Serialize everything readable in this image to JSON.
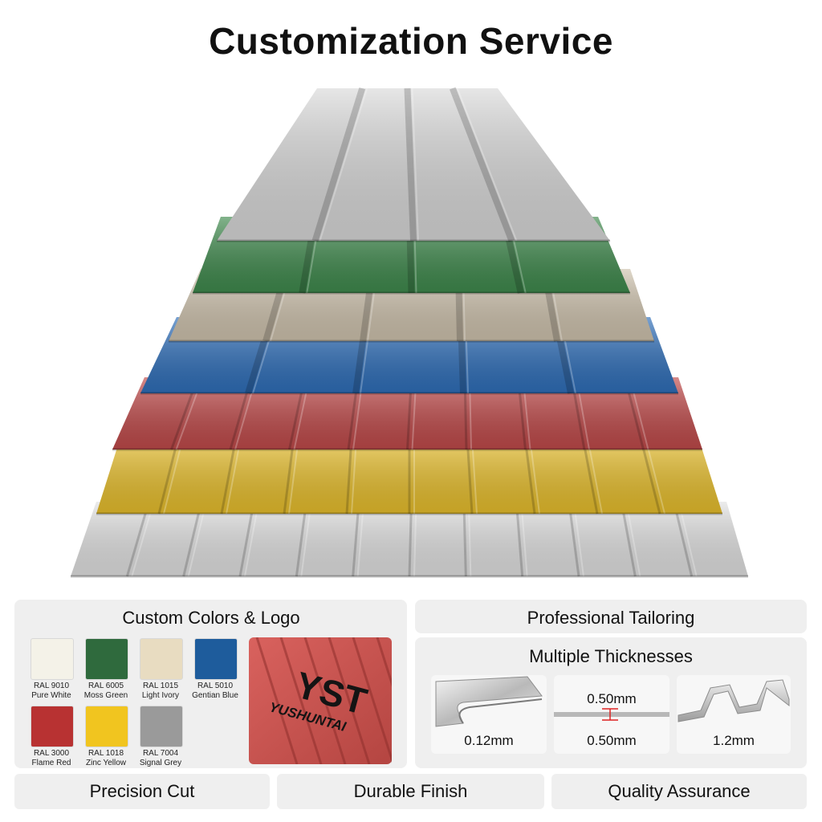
{
  "title": "Customization Service",
  "colors_panel": {
    "title": "Custom Colors & Logo",
    "swatches": [
      {
        "code": "RAL 9010",
        "name": "Pure White",
        "color": "#f4f2e8"
      },
      {
        "code": "RAL 6005",
        "name": "Moss Green",
        "color": "#2f6a3d"
      },
      {
        "code": "RAL 1015",
        "name": "Light Ivory",
        "color": "#e8dcc1"
      },
      {
        "code": "RAL 5010",
        "name": "Gentian Blue",
        "color": "#1e5c9c"
      },
      {
        "code": "RAL 3000",
        "name": "Flame Red",
        "color": "#b83232"
      },
      {
        "code": "RAL 1018",
        "name": "Zinc Yellow",
        "color": "#f1c51f"
      },
      {
        "code": "RAL 7004",
        "name": "Signal Grey",
        "color": "#9a9a9a"
      }
    ],
    "logo_mark": "YST",
    "logo_text": "YUSHUNTAI"
  },
  "tailoring_panel": {
    "title": "Professional Tailoring"
  },
  "thickness_panel": {
    "title": "Multiple Thicknesses",
    "items": [
      {
        "label": "0.12mm"
      },
      {
        "label": "0.50mm",
        "top_label": "0.50mm"
      },
      {
        "label": "1.2mm"
      }
    ]
  },
  "bottom_buttons": [
    "Precision Cut",
    "Durable Finish",
    "Quality Assurance"
  ],
  "sheet_colors": [
    "#d9d9d9",
    "#3f8a4d",
    "#cfc3ae",
    "#2f6fba",
    "#c04a4a",
    "#e8bf2c",
    "#e2e2e2"
  ]
}
